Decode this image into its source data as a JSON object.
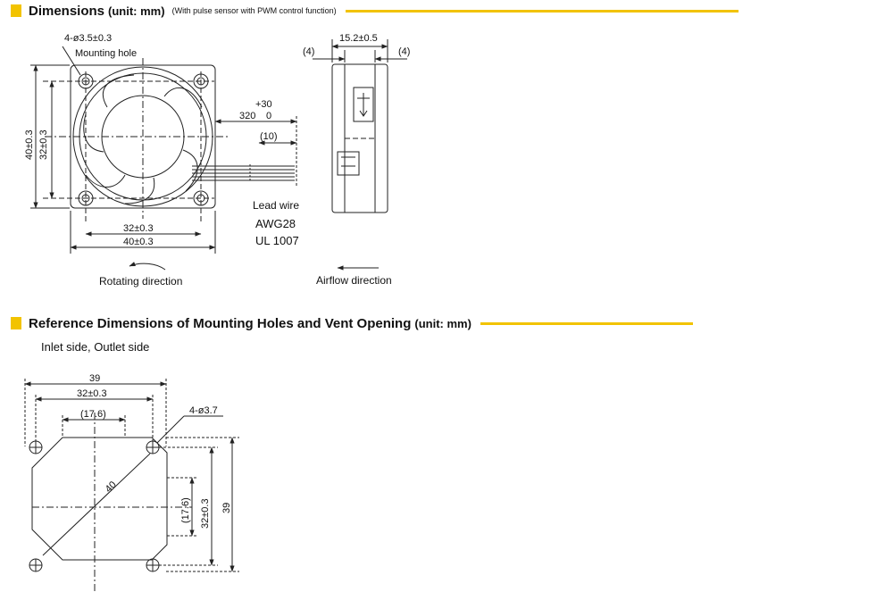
{
  "section1": {
    "title": "Dimensions",
    "unit": "(unit: mm)",
    "note": "(With pulse sensor with PWM control function)"
  },
  "section2": {
    "title": "Reference Dimensions of Mounting Holes and Vent Opening",
    "unit": "(unit: mm)",
    "subtitle": "Inlet side, Outlet side"
  },
  "front_view": {
    "hole_callout": "4-ø3.5±0.3",
    "hole_label": "Mounting hole",
    "height_outer": "40±0.3",
    "height_inner": "32±0.3",
    "width_inner": "32±0.3",
    "width_outer": "40±0.3",
    "lead_tol": "+30",
    "lead_len": "320",
    "lead_tol_zero": "0",
    "strip_len": "(10)",
    "lead_wire": "Lead wire",
    "awg": "AWG28",
    "ul": "UL 1007",
    "rotating": "Rotating direction"
  },
  "side_view": {
    "depth": "15.2±0.5",
    "left_offset": "(4)",
    "right_offset": "(4)",
    "airflow": "Airflow direction"
  },
  "reference": {
    "width_outer": "39",
    "width_inner": "32±0.3",
    "vent": "(17.6)",
    "hole_callout": "4-ø3.7",
    "diagonal": "40",
    "vent_v": "(17.6)",
    "height_inner": "32±0.3",
    "height_outer": "39"
  },
  "colors": {
    "accent": "#f2c300",
    "line": "#222222"
  }
}
